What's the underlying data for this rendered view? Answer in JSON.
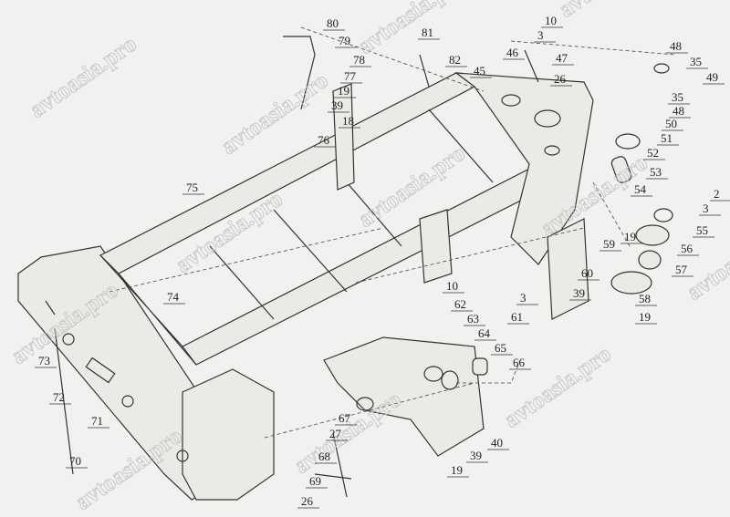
{
  "diagram": {
    "title": "Frame assembly exploded view",
    "callouts": [
      "80",
      "79",
      "81",
      "78",
      "82",
      "77",
      "19",
      "39",
      "18",
      "76",
      "10",
      "3",
      "46",
      "47",
      "45",
      "26",
      "48",
      "35",
      "49",
      "35",
      "48",
      "50",
      "51",
      "52",
      "53",
      "54",
      "2",
      "3",
      "55",
      "56",
      "57",
      "58",
      "75",
      "74",
      "73",
      "72",
      "71",
      "70",
      "10",
      "3",
      "61",
      "62",
      "63",
      "64",
      "65",
      "66",
      "60",
      "59",
      "19",
      "39",
      "19",
      "67",
      "27",
      "68",
      "69",
      "26",
      "19",
      "39",
      "40"
    ],
    "watermark": "avtoasia.pro"
  }
}
